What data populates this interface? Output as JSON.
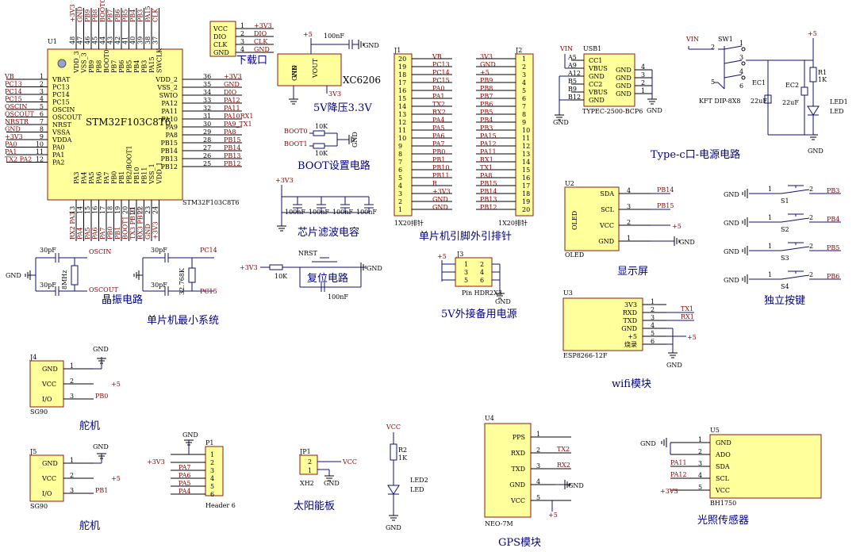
{
  "section_labels": {
    "mcu_min_system": "单片机最小系统",
    "crystal": "晶振电路",
    "download": "下载口",
    "regulator": "5V降压3.3V",
    "boot": "BOOT设置电路",
    "filter": "芯片滤波电容",
    "reset": "复位电路",
    "headers": "单片机引脚外引排针",
    "backup_power": "5V外接备用电源",
    "typec": "Type-c口-电源电路",
    "oled": "显示屏",
    "keys": "独立按键",
    "wifi": "wifi模块",
    "servo1": "舵机",
    "servo2": "舵机",
    "solar": "太阳能板",
    "gps": "GPS模块",
    "light": "光照传感器"
  },
  "mcu": {
    "ref": "U1",
    "part": "STM32F103C8T6",
    "part_bottom": "STM32F103C8T6",
    "left_pins": [
      {
        "num": "1",
        "name": "VBAT",
        "net": "VB"
      },
      {
        "num": "2",
        "name": "PC13",
        "net": "PC13"
      },
      {
        "num": "3",
        "name": "PC14",
        "net": "PC14"
      },
      {
        "num": "4",
        "name": "PC15",
        "net": "PC15"
      },
      {
        "num": "5",
        "name": "OSCIN",
        "net": "OSCIN"
      },
      {
        "num": "6",
        "name": "OSCOUT",
        "net": "OSCOUT"
      },
      {
        "num": "7",
        "name": "NRST",
        "net": "NRSTR"
      },
      {
        "num": "8",
        "name": "VSSA",
        "net": "GND"
      },
      {
        "num": "9",
        "name": "VDDA",
        "net": "+3V3"
      },
      {
        "num": "10",
        "name": "PA0",
        "net": "PA0"
      },
      {
        "num": "11",
        "name": "PA1",
        "net": "PA1"
      },
      {
        "num": "12",
        "name": "PA2",
        "net": "TX2 PA2"
      }
    ],
    "right_pins": [
      {
        "num": "36",
        "name": "VDD_2",
        "net": "+3V3"
      },
      {
        "num": "35",
        "name": "VSS_2",
        "net": "GND"
      },
      {
        "num": "34",
        "name": "SWIO",
        "net": "DIO"
      },
      {
        "num": "33",
        "name": "PA12",
        "net": "PA12"
      },
      {
        "num": "32",
        "name": "PA11",
        "net": "PA11"
      },
      {
        "num": "31",
        "name": "PA10",
        "net": "PA10RX1"
      },
      {
        "num": "30",
        "name": "PA9",
        "net": "PA9_TX1"
      },
      {
        "num": "29",
        "name": "PA8",
        "net": "PA8"
      },
      {
        "num": "28",
        "name": "PB15",
        "net": "PB15"
      },
      {
        "num": "27",
        "name": "PB14",
        "net": "PB14"
      },
      {
        "num": "26",
        "name": "PB13",
        "net": "PB13"
      },
      {
        "num": "25",
        "name": "PB12",
        "net": "PB12"
      }
    ],
    "top_pins": [
      {
        "num": "48",
        "name": "VDD_3",
        "net": "+3V3"
      },
      {
        "num": "47",
        "name": "VSS_3",
        "net": "GND"
      },
      {
        "num": "46",
        "name": "PB9",
        "net": "PB9"
      },
      {
        "num": "45",
        "name": "PB8",
        "net": "PB8"
      },
      {
        "num": "44",
        "name": "BOOT0",
        "net": "BOOT0"
      },
      {
        "num": "43",
        "name": "PB7",
        "net": "PB7"
      },
      {
        "num": "42",
        "name": "PB6",
        "net": "PB6"
      },
      {
        "num": "41",
        "name": "PB5",
        "net": "PB5"
      },
      {
        "num": "40",
        "name": "PB4",
        "net": "PB4"
      },
      {
        "num": "39",
        "name": "PB3",
        "net": "PB3"
      },
      {
        "num": "38",
        "name": "PA15",
        "net": "PA15"
      },
      {
        "num": "37",
        "name": "SWCLK",
        "net": "CLK"
      }
    ],
    "bottom_pins": [
      {
        "num": "13",
        "name": "PA3",
        "net": "RX2 PA3"
      },
      {
        "num": "14",
        "name": "PA4",
        "net": "PA4"
      },
      {
        "num": "15",
        "name": "PA5",
        "net": "PA5"
      },
      {
        "num": "16",
        "name": "PA6",
        "net": "PA6"
      },
      {
        "num": "17",
        "name": "PA7",
        "net": "PA7"
      },
      {
        "num": "18",
        "name": "PB0",
        "net": "PB0"
      },
      {
        "num": "19",
        "name": "PB1",
        "net": "PB1"
      },
      {
        "num": "20",
        "name": "PB2/BOOT1",
        "net": "BOOT1"
      },
      {
        "num": "21",
        "name": "PB10",
        "net": "TX3 PB10"
      },
      {
        "num": "22",
        "name": "PB11",
        "net": "RX3 PB11"
      },
      {
        "num": "23",
        "name": "VSS_1",
        "net": "GND"
      },
      {
        "num": "24",
        "name": "VDD_1",
        "net": "+3V3"
      }
    ]
  },
  "download_port": {
    "pins": [
      {
        "name": "VCC",
        "num": "1",
        "net": "+3V3"
      },
      {
        "name": "DIO",
        "num": "2",
        "net": "DIO"
      },
      {
        "name": "CLK",
        "num": "3",
        "net": "CLK"
      },
      {
        "name": "GND",
        "num": "4",
        "net": "GND"
      }
    ]
  },
  "regulator": {
    "part": "XC6206",
    "vin": "VIN",
    "vout": "VOUT",
    "gnd": "GND",
    "in_net": "+5",
    "out_net": "3V3",
    "cap": "100nF",
    "gnd_net": "GND"
  },
  "boot": {
    "boot0": "BOOT0",
    "boot1": "BOOT1",
    "r1": "10K",
    "r2": "10K",
    "gnd": "GND"
  },
  "filter": {
    "net": "+3V3",
    "caps": [
      "100nF",
      "100nF",
      "100nF",
      "100nF"
    ]
  },
  "crystal_circuit": {
    "c1": "30pF",
    "c2": "30pF",
    "c3": "30pF",
    "c4": "30pF",
    "osc_in": "OSCIN",
    "osc_out": "OSCOUT",
    "x1": "8MHz",
    "x2": "32.768K",
    "pc14": "PC14",
    "pc15": "PC15",
    "gnd": "GND"
  },
  "reset": {
    "net": "+3V3",
    "res": "10K",
    "nrst": "NRST",
    "cap": "100nF",
    "gnd": "GND"
  },
  "header_j1": {
    "ref": "J1",
    "caption": "1X20排针",
    "pins": [
      {
        "num": "20",
        "net": "VB"
      },
      {
        "num": "19",
        "net": "PC13"
      },
      {
        "num": "18",
        "net": "PC14"
      },
      {
        "num": "17",
        "net": "PC15"
      },
      {
        "num": "16",
        "net": "PA0"
      },
      {
        "num": "15",
        "net": "PA1"
      },
      {
        "num": "14",
        "net": "TX2"
      },
      {
        "num": "13",
        "net": "RX2"
      },
      {
        "num": "12",
        "net": "PA4"
      },
      {
        "num": "11",
        "net": "PA5"
      },
      {
        "num": "10",
        "net": "PA6"
      },
      {
        "num": "9",
        "net": "PA7"
      },
      {
        "num": "8",
        "net": "PB0"
      },
      {
        "num": "7",
        "net": "PB1"
      },
      {
        "num": "6",
        "net": "PB10"
      },
      {
        "num": "5",
        "net": "PB11"
      },
      {
        "num": "4",
        "net": "R"
      },
      {
        "num": "3",
        "net": "+3V3"
      },
      {
        "num": "2",
        "net": "GND"
      },
      {
        "num": "1",
        "net": "GND"
      }
    ]
  },
  "header_j2": {
    "ref": "J2",
    "caption": "1X20排针",
    "pins": [
      {
        "num": "1",
        "net": "3V3"
      },
      {
        "num": "2",
        "net": "GND"
      },
      {
        "num": "3",
        "net": "+5"
      },
      {
        "num": "4",
        "net": "PB9"
      },
      {
        "num": "5",
        "net": "PB8"
      },
      {
        "num": "6",
        "net": "PB7"
      },
      {
        "num": "7",
        "net": "PB6"
      },
      {
        "num": "8",
        "net": "PB5"
      },
      {
        "num": "9",
        "net": "PB4"
      },
      {
        "num": "10",
        "net": "PB3"
      },
      {
        "num": "11",
        "net": "PA15"
      },
      {
        "num": "12",
        "net": "PA12"
      },
      {
        "num": "13",
        "net": "PA11"
      },
      {
        "num": "14",
        "net": "RX1"
      },
      {
        "num": "15",
        "net": "TX1"
      },
      {
        "num": "16",
        "net": "PA8"
      },
      {
        "num": "17",
        "net": "PB15"
      },
      {
        "num": "18",
        "net": "PB14"
      },
      {
        "num": "19",
        "net": "PB13"
      },
      {
        "num": "20",
        "net": "PB12"
      }
    ]
  },
  "j3": {
    "ref": "J3",
    "part": "Pin HDR2X3",
    "net": "+5",
    "gnd": "GND",
    "pins": [
      "1",
      "2",
      "3",
      "4",
      "5",
      "6"
    ]
  },
  "usb": {
    "ref": "USB1",
    "part": "TYPEC-2500-BCP6",
    "vin": "VIN",
    "left": [
      {
        "num": "A5",
        "name": "CC1"
      },
      {
        "num": "A9",
        "name": "VBUS"
      },
      {
        "num": "A12",
        "name": "GND"
      },
      {
        "num": "B5",
        "name": "CC2"
      },
      {
        "num": "B9",
        "name": "VBUS"
      },
      {
        "num": "B12",
        "name": "GND"
      }
    ],
    "right": [
      {
        "name": "GND",
        "num": "4"
      },
      {
        "name": "GND",
        "num": "3"
      },
      {
        "name": "GND",
        "num": "2"
      },
      {
        "name": "GND",
        "num": "1"
      }
    ],
    "gnd1": "GND",
    "gnd2": "GND"
  },
  "power": {
    "sw": "SW1",
    "sw_part": "KFT DIP-8X8",
    "vin": "VIN",
    "p5": "+5",
    "ec1": "EC1",
    "ec1v": "22uF",
    "ec2": "EC2",
    "ec2v": "22uF",
    "r1": "R1",
    "r1v": "1K",
    "led": "LED1",
    "ledv": "LED",
    "gnd": "GND",
    "sw_pins": [
      "1",
      "2",
      "3",
      "4",
      "5",
      "6"
    ]
  },
  "oled": {
    "ref": "U2",
    "name": "OLED",
    "part": "OLED",
    "pins": [
      {
        "name": "SDA",
        "num": "4",
        "net": "PB14"
      },
      {
        "name": "SCL",
        "num": "3",
        "net": "PB15"
      },
      {
        "name": "VCC",
        "num": "2",
        "net": "+5"
      },
      {
        "name": "GND",
        "num": "1",
        "net": "GND"
      }
    ]
  },
  "keys": [
    {
      "ref": "S1",
      "net": "PB3",
      "gnd": "GND",
      "p1": "1",
      "p2": "2"
    },
    {
      "ref": "S2",
      "net": "PB4",
      "gnd": "GND",
      "p1": "1",
      "p2": "2"
    },
    {
      "ref": "S3",
      "net": "PB5",
      "gnd": "GND",
      "p1": "1",
      "p2": "2"
    },
    {
      "ref": "S4",
      "net": "PB6",
      "gnd": "GND",
      "p1": "1",
      "p2": "2"
    }
  ],
  "wifi": {
    "ref": "U3",
    "part": "ESP8266-12F",
    "pins": [
      {
        "name": "3V3",
        "num": "1"
      },
      {
        "name": "RXD",
        "num": "2",
        "net": "TX1"
      },
      {
        "name": "TXD",
        "num": "3",
        "net": "RX1"
      },
      {
        "name": "GND",
        "num": "4"
      },
      {
        "name": "+5",
        "num": "5",
        "net": "+5"
      },
      {
        "name": "烧录",
        "num": "6"
      }
    ],
    "gnd": "GND"
  },
  "servo_j4": {
    "ref": "J4",
    "part": "SG90",
    "pins": [
      {
        "name": "GND",
        "num": "1",
        "net": "GND"
      },
      {
        "name": "VCC",
        "num": "2",
        "net": "+5"
      },
      {
        "name": "I/O",
        "num": "3",
        "net": "PB0"
      }
    ]
  },
  "servo_j5": {
    "ref": "J5",
    "part": "SG90",
    "pins": [
      {
        "name": "GND",
        "num": "1",
        "net": "GND"
      },
      {
        "name": "VCC",
        "num": "2",
        "net": "+5"
      },
      {
        "name": "I/O",
        "num": "3",
        "net": "PB1"
      }
    ]
  },
  "p1": {
    "ref": "P1",
    "part": "Header 6",
    "gnd": "GND",
    "v": "+3V3",
    "pins": [
      {
        "num": "1",
        "net": "GND"
      },
      {
        "num": "2",
        "net": "+3V3"
      },
      {
        "num": "3",
        "net": "PA7"
      },
      {
        "num": "4",
        "net": "PA6"
      },
      {
        "num": "5",
        "net": "PA5"
      },
      {
        "num": "6",
        "net": "PA4"
      }
    ]
  },
  "solar": {
    "ref": "JP1",
    "part": "XH2",
    "vcc": "VCC",
    "gnd": "GND",
    "p1": "1",
    "p2": "2"
  },
  "led2": {
    "vcc": "VCC",
    "r": "R2",
    "rv": "1K",
    "led": "LED2",
    "ledv": "LED",
    "gnd": "GND"
  },
  "gps": {
    "ref": "U4",
    "part": "NEO-7M",
    "pins": [
      {
        "name": "PPS",
        "num": "1"
      },
      {
        "name": "RXD",
        "num": "2",
        "net": "TX2"
      },
      {
        "name": "TXD",
        "num": "3",
        "net": "RX2"
      },
      {
        "name": "GND",
        "num": "4",
        "net": "GND"
      },
      {
        "name": "VCC",
        "num": "5",
        "net": "+5"
      }
    ]
  },
  "bh": {
    "ref": "U5",
    "part": "BH1750",
    "pins": [
      {
        "name": "GND",
        "num": "1",
        "net": "GND"
      },
      {
        "name": "ADO",
        "num": "2"
      },
      {
        "name": "SDA",
        "num": "3",
        "net": "PA11"
      },
      {
        "name": "SCL",
        "num": "4",
        "net": "PA12"
      },
      {
        "name": "VCC",
        "num": "5",
        "net": "+3V3"
      }
    ]
  }
}
